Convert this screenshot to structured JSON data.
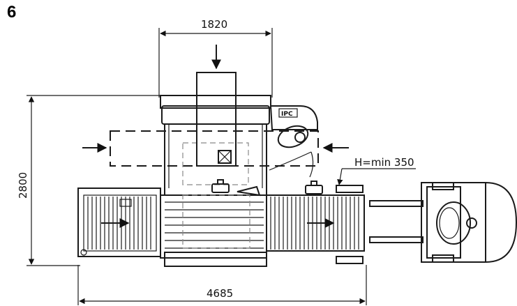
{
  "page": {
    "number": "6"
  },
  "dimensions": {
    "width_top": "1820",
    "height_left": "2800",
    "width_bottom": "4685",
    "clearance": "H=min 350"
  },
  "labels": {
    "ipc": "IPC"
  },
  "colors": {
    "line": "#1a1a1a",
    "background": "#ffffff"
  }
}
